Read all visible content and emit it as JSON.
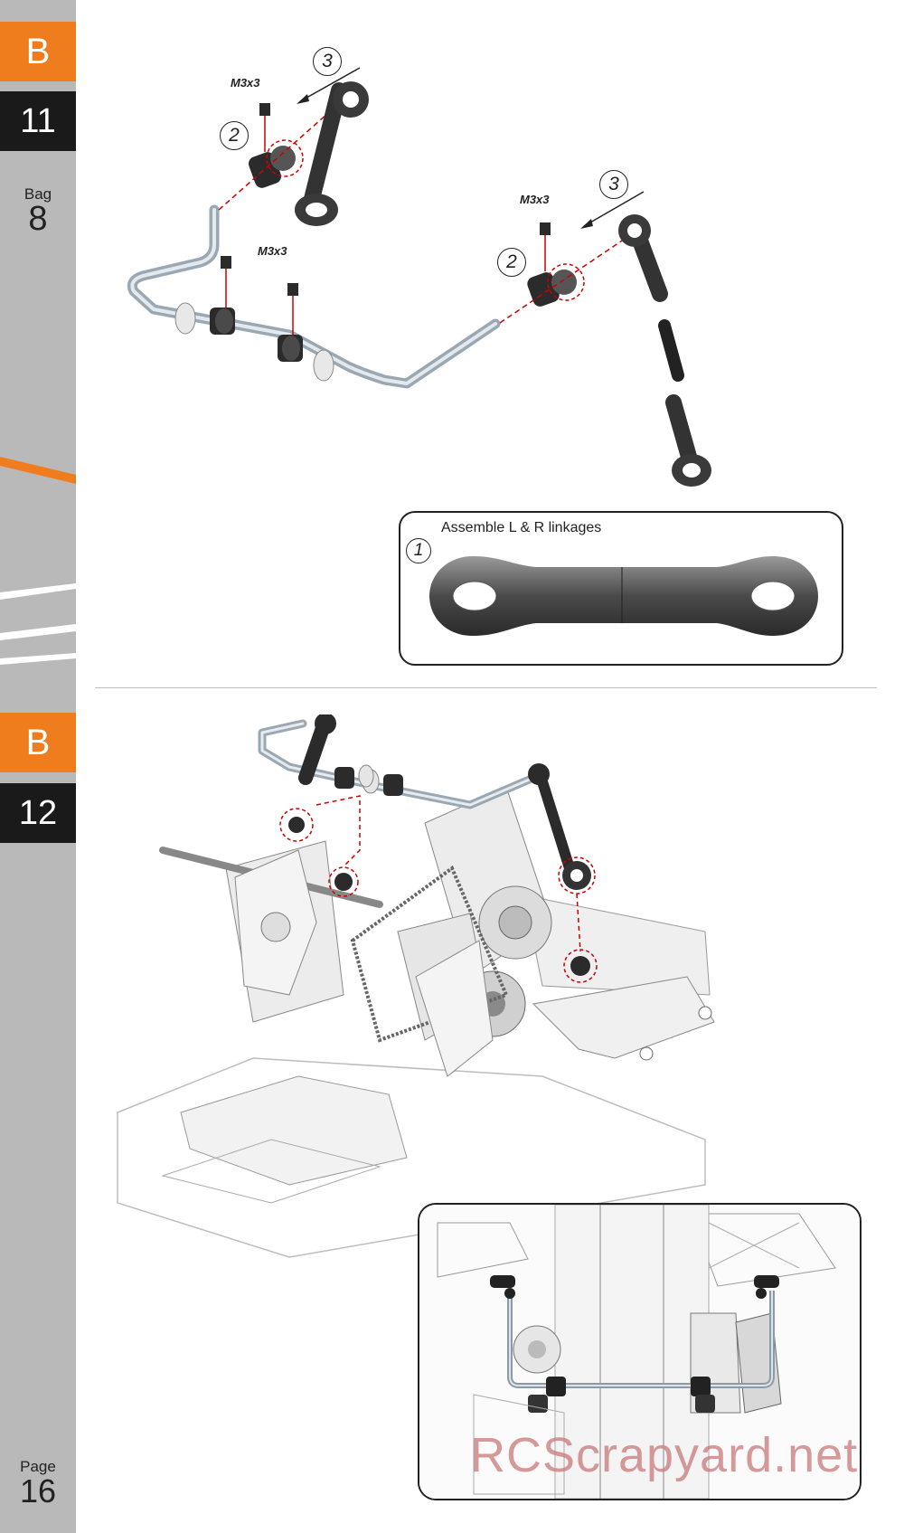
{
  "sidebar": {
    "section1": {
      "letter": "B",
      "step": "11"
    },
    "bag": {
      "label": "Bag",
      "number": "8"
    },
    "section2": {
      "letter": "B",
      "step": "12"
    },
    "page": {
      "label": "Page",
      "number": "16"
    },
    "colors": {
      "orange": "#f07d1d",
      "black": "#1a1a1a",
      "gray": "#b9b9b9"
    }
  },
  "step11": {
    "screw_label": "M3x3",
    "step_numbers": [
      "1",
      "2",
      "3"
    ],
    "callout_title": "Assemble L & R linkages"
  },
  "watermark": "RCScrapyard.net"
}
